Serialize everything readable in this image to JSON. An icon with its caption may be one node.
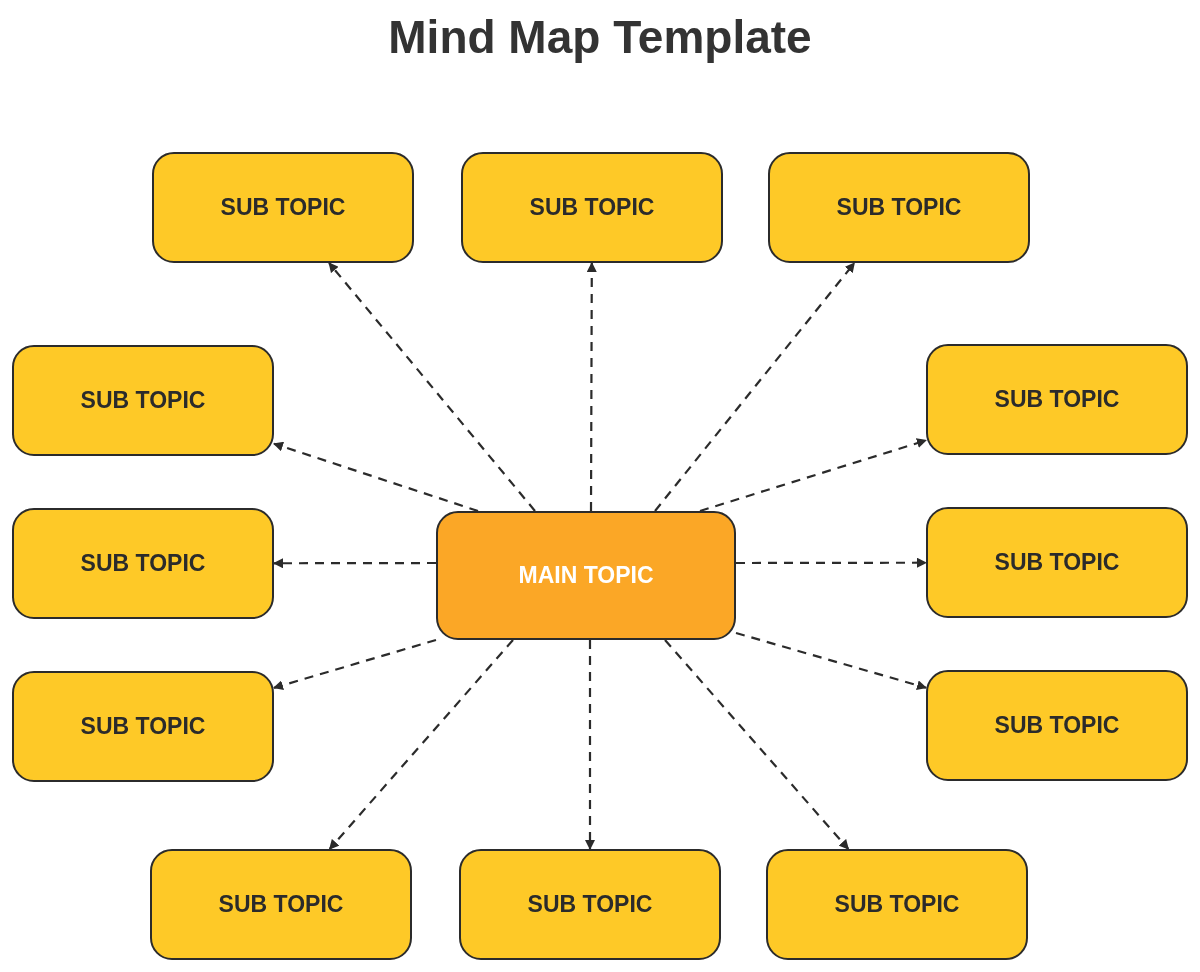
{
  "diagram": {
    "title": "Mind Map Template",
    "nodes": [
      {
        "text": [
          "SUB TOPIC"
        ]
      },
      {
        "text": [
          "SUB TOPIC"
        ]
      },
      {
        "text": [
          "SUB TOPIC"
        ]
      },
      {
        "text": [
          "SUB TOPIC"
        ]
      },
      {
        "text": [
          "SUB TOPIC"
        ]
      },
      {
        "text": [
          "SUB TOPIC"
        ]
      },
      {
        "text": [
          "MAIN TOPIC"
        ]
      },
      {
        "text": [
          "SUB TOPIC"
        ]
      },
      {
        "text": [
          "SUB TOPIC"
        ]
      },
      {
        "text": [
          "SUB TOPIC"
        ]
      },
      {
        "text": [
          "SUB TOPIC"
        ]
      },
      {
        "text": [
          "SUB TOPIC"
        ]
      },
      {
        "text": [
          "SUB TOPIC"
        ]
      }
    ],
    "edges": [
      {
        "from": 6,
        "to": 0,
        "arrow": "to",
        "style": "dashed"
      },
      {
        "from": 6,
        "to": 1,
        "arrow": "to",
        "style": "dashed"
      },
      {
        "from": 6,
        "to": 2,
        "arrow": "to",
        "style": "dashed"
      },
      {
        "from": 6,
        "to": 3,
        "arrow": "to",
        "style": "dashed"
      },
      {
        "from": 6,
        "to": 4,
        "arrow": "to",
        "style": "dashed"
      },
      {
        "from": 6,
        "to": 5,
        "arrow": "to",
        "style": "dashed"
      },
      {
        "from": 6,
        "to": 7,
        "arrow": "to",
        "style": "dashed"
      },
      {
        "from": 6,
        "to": 8,
        "arrow": "to",
        "style": "dashed"
      },
      {
        "from": 6,
        "to": 9,
        "arrow": "to",
        "style": "dashed"
      },
      {
        "from": 6,
        "to": 10,
        "arrow": "to",
        "style": "dashed"
      },
      {
        "from": 6,
        "to": 11,
        "arrow": "to",
        "style": "dashed"
      },
      {
        "from": 6,
        "to": 12,
        "arrow": "to",
        "style": "dashed"
      }
    ]
  }
}
